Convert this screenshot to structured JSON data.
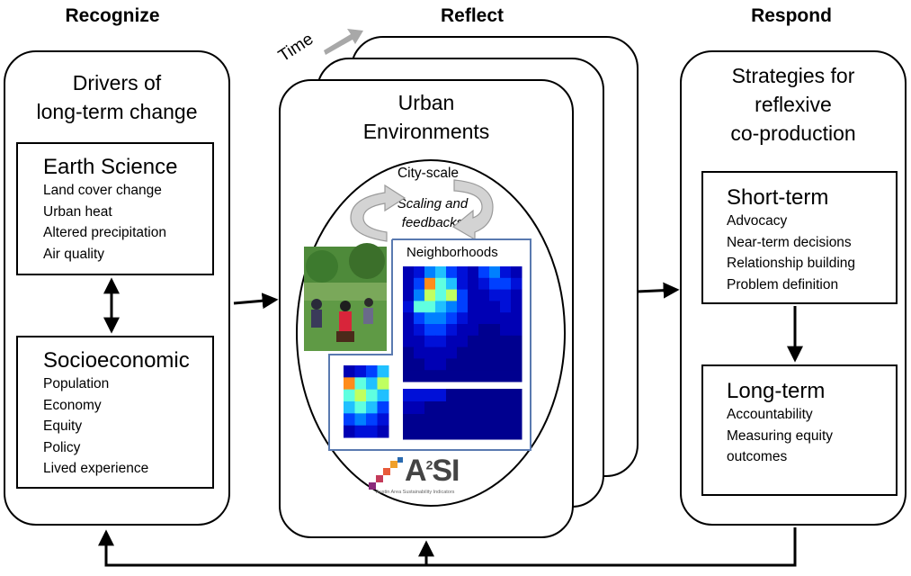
{
  "headers": {
    "recognize": "Recognize",
    "reflect": "Reflect",
    "respond": "Respond"
  },
  "recognize": {
    "title_line1": "Drivers of",
    "title_line2": "long-term change",
    "earth_science": {
      "title": "Earth Science",
      "items": [
        "Land cover change",
        "Urban heat",
        "Altered precipitation",
        "Air quality"
      ]
    },
    "socioeconomic": {
      "title": "Socioeconomic",
      "items": [
        "Population",
        "Economy",
        "Equity",
        "Policy",
        "Lived experience"
      ]
    }
  },
  "reflect": {
    "time_label": "Time",
    "title_line1": "Urban",
    "title_line2": "Environments",
    "city_scale": "City-scale",
    "scaling_line1": "Scaling and",
    "scaling_line2": "feedbacks",
    "neighborhoods": "Neighborhoods",
    "logo_text": "A",
    "logo_sup": "2",
    "logo_text2": "SI",
    "logo_caption": "Austin Area Sustainability Indicators"
  },
  "respond": {
    "title_line1": "Strategies for",
    "title_line2": "reflexive",
    "title_line3": "co-production",
    "short_term": {
      "title": "Short-term",
      "items": [
        "Advocacy",
        "Near-term decisions",
        "Relationship building",
        "Problem definition"
      ]
    },
    "long_term": {
      "title": "Long-term",
      "items": [
        "Accountability",
        "Measuring equity",
        "outcomes"
      ]
    }
  },
  "colors": {
    "stroke": "#000000",
    "map_frame": "#5a7ab0",
    "time_arrow": "#a8a8a8",
    "heatmap_low": "#00008f",
    "heatmap_high": "#ff8c1a"
  }
}
